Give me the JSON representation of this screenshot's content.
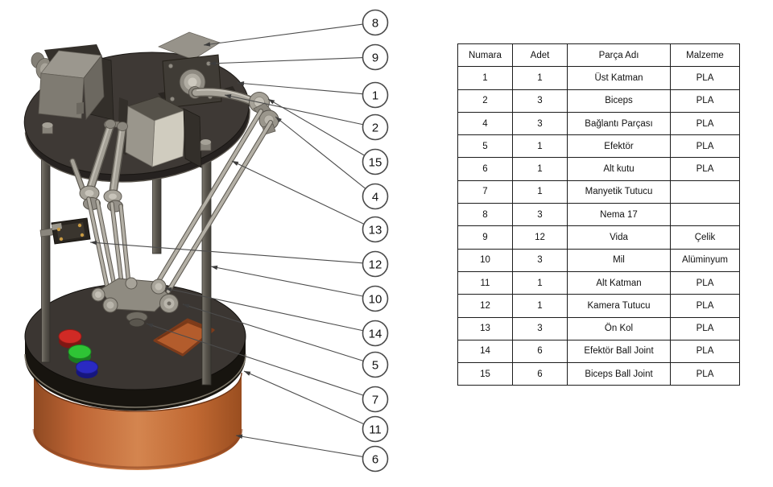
{
  "table": {
    "columns": [
      "Numara",
      "Adet",
      "Parça Adı",
      "Malzeme"
    ],
    "rows": [
      [
        "1",
        "1",
        "Üst Katman",
        "PLA"
      ],
      [
        "2",
        "3",
        "Biceps",
        "PLA"
      ],
      [
        "4",
        "3",
        "Bağlantı Parçası",
        "PLA"
      ],
      [
        "5",
        "1",
        "Efektör",
        "PLA"
      ],
      [
        "6",
        "1",
        "Alt kutu",
        "PLA"
      ],
      [
        "7",
        "1",
        "Manyetik Tutucu",
        ""
      ],
      [
        "8",
        "3",
        "Nema 17",
        ""
      ],
      [
        "9",
        "12",
        "Vida",
        "Çelik"
      ],
      [
        "10",
        "3",
        "Mil",
        "Alüminyum"
      ],
      [
        "11",
        "1",
        "Alt Katman",
        "PLA"
      ],
      [
        "12",
        "1",
        "Kamera Tutucu",
        "PLA"
      ],
      [
        "13",
        "3",
        "Ön Kol",
        "PLA"
      ],
      [
        "14",
        "6",
        "Efektör Ball Joint",
        "PLA"
      ],
      [
        "15",
        "6",
        "Biceps Ball Joint",
        "PLA"
      ]
    ]
  },
  "balloons": [
    "8",
    "9",
    "1",
    "2",
    "15",
    "4",
    "13",
    "12",
    "10",
    "14",
    "5",
    "7",
    "11",
    "6"
  ],
  "colors": {
    "copper": "#c9713d",
    "plate_dark": "#3c3733",
    "metal_gray": "#a8a49a",
    "motor_gray": "#8f8b82",
    "button_red": "#d02a25",
    "button_green": "#2ec435",
    "button_blue": "#2a2ac2",
    "orange_recess": "#b35c2c",
    "callout_line": "#4c4c4c"
  }
}
